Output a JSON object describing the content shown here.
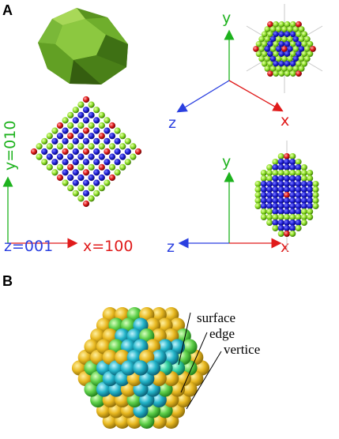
{
  "panels": {
    "a": {
      "letter": "A"
    },
    "b": {
      "letter": "B"
    }
  },
  "axes": {
    "left_y": "y=010",
    "left_z": "z=001",
    "left_x": "x=100",
    "persp_y": "y",
    "persp_z": "z",
    "persp_x": "x",
    "side_y": "y",
    "side_z": "z",
    "side_x": "x"
  },
  "labels": {
    "surface": "surface",
    "edge": "edge",
    "vertice": "vertice"
  },
  "colors": {
    "y_axis": "#1db21d",
    "x_axis": "#e01a1a",
    "z_axis": "#2a3fe0",
    "atom_blue": "#2020d8",
    "atom_green": "#8ee028",
    "atom_red": "#e01818",
    "polyhedron": "#6aa424",
    "ball_gold": "#e8b820",
    "ball_green": "#5ed04a",
    "ball_cyan": "#22b4c8",
    "ball_teal": "#30d0a0"
  }
}
